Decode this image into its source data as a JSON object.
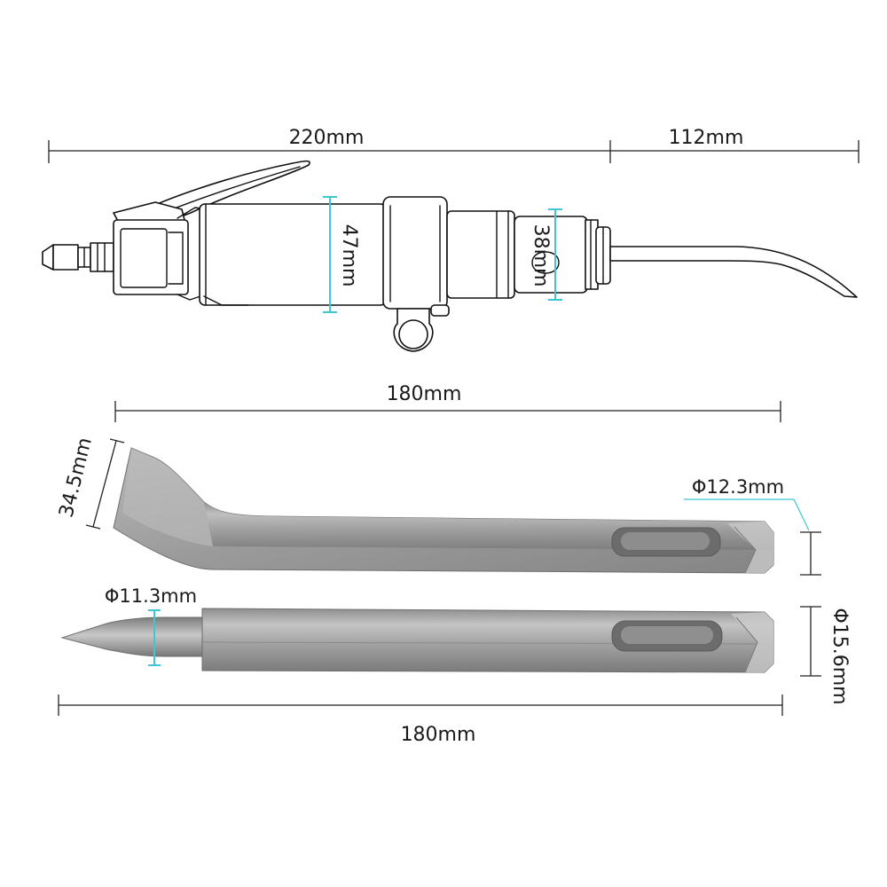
{
  "dimensions": {
    "tool_body_length": "220mm",
    "tool_bit_length": "112mm",
    "body_diameter": "47mm",
    "nose_diameter": "38mm",
    "chisel_length": "180mm",
    "chisel_blade_width": "34.5mm",
    "chisel_shank_diameter": "Φ12.3mm",
    "point_tip_diameter": "Φ11.3mm",
    "point_shank_diameter": "Φ15.6mm",
    "point_length": "180mm"
  },
  "colors": {
    "dimension_line": "#222222",
    "accent_marker": "#3fc6d4",
    "steel": "#a7a7a7"
  }
}
